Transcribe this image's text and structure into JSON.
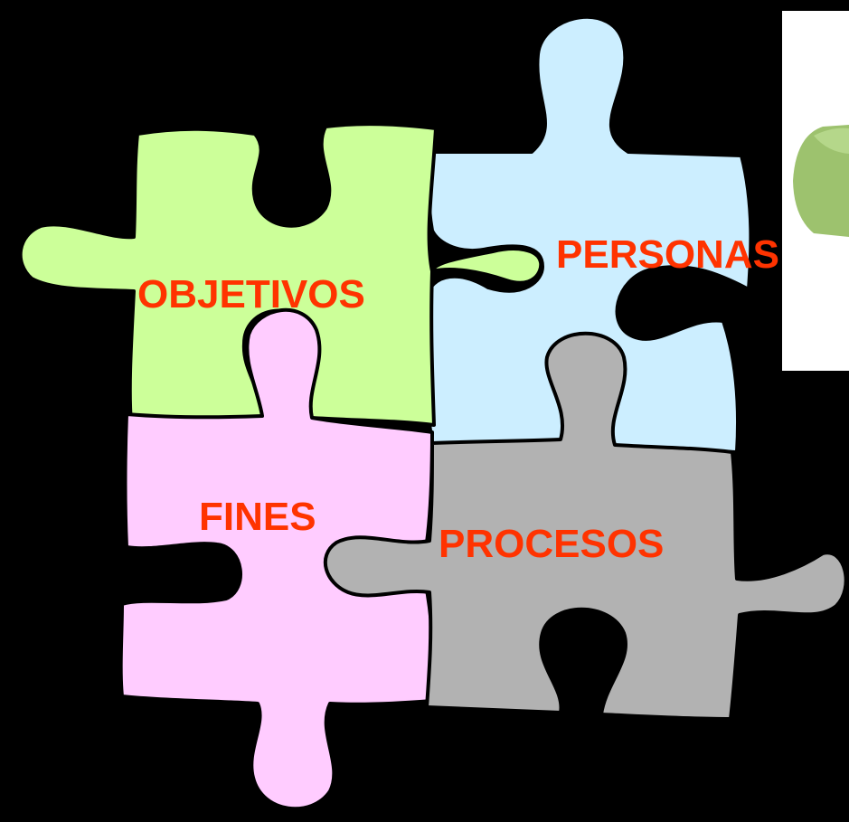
{
  "labels": {
    "objetivos": "OBJETIVOS",
    "personas": "PERSONAS",
    "fines": "FINES",
    "procesos": "PROCESOS"
  },
  "colors": {
    "background": "#000000",
    "objetivos_piece": "#ccff99",
    "personas_piece": "#cceeff",
    "fines_piece": "#ffccff",
    "procesos_piece": "#b2b2b2",
    "label_text": "#ff3300",
    "side_panel": "#ffffff",
    "side_shape": "#9dc26e"
  },
  "icons": {
    "side_shape": "green-cylinder-icon"
  }
}
